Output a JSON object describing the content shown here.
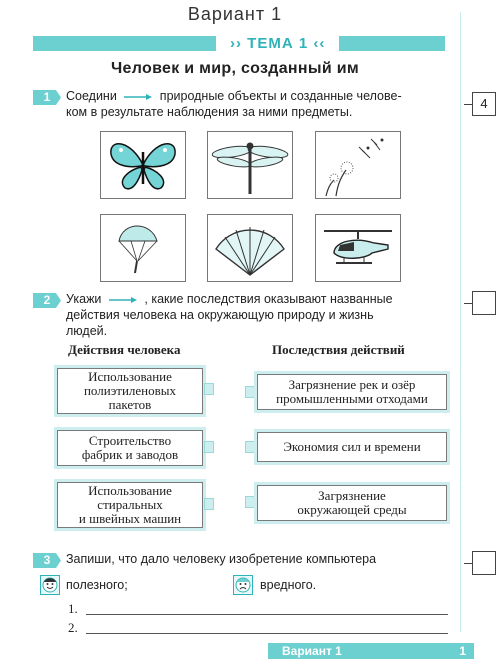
{
  "header": {
    "variant": "Вариант 1",
    "topic": "ТЕМА 1",
    "title": "Человек и мир, созданный им"
  },
  "task1": {
    "number": "1",
    "line1_a": "Соедини",
    "line1_b": "природные объекты и созданные челове-",
    "line2": "ком в результате наблюдения за ними предметы.",
    "score": "4",
    "pictures": [
      "butterfly-icon",
      "dragonfly-icon",
      "dandelion-icon",
      "parachute-icon",
      "fan-icon",
      "helicopter-icon"
    ]
  },
  "task2": {
    "number": "2",
    "line1_a": "Укажи",
    "line1_b": ", какие последствия оказывают названные",
    "line2": "действия человека на окружающую природу и жизнь",
    "line3": "людей.",
    "col_left": "Действия человека",
    "col_right": "Последствия действий",
    "actions": [
      [
        "Использование",
        "полиэтиленовых",
        "пакетов"
      ],
      [
        "Строительство",
        "фабрик и заводов"
      ],
      [
        "Использование",
        "стиральных",
        "и швейных машин"
      ]
    ],
    "consequences": [
      [
        "Загрязнение рек и озёр",
        "промышленными отходами"
      ],
      [
        "Экономия сил и времени"
      ],
      [
        "Загрязнение",
        "окружающей среды"
      ]
    ]
  },
  "task3": {
    "number": "3",
    "text": "Запиши, что дало человеку изобретение компьютера",
    "useful": "полезного;",
    "harmful": "вредного.",
    "line1": "1.",
    "line2": "2."
  },
  "footer": {
    "label": "Вариант 1",
    "page": "1"
  },
  "colors": {
    "accent": "#6ccfd0",
    "accent_dark": "#2fb3b8",
    "box_halo": "#cdeeee"
  }
}
